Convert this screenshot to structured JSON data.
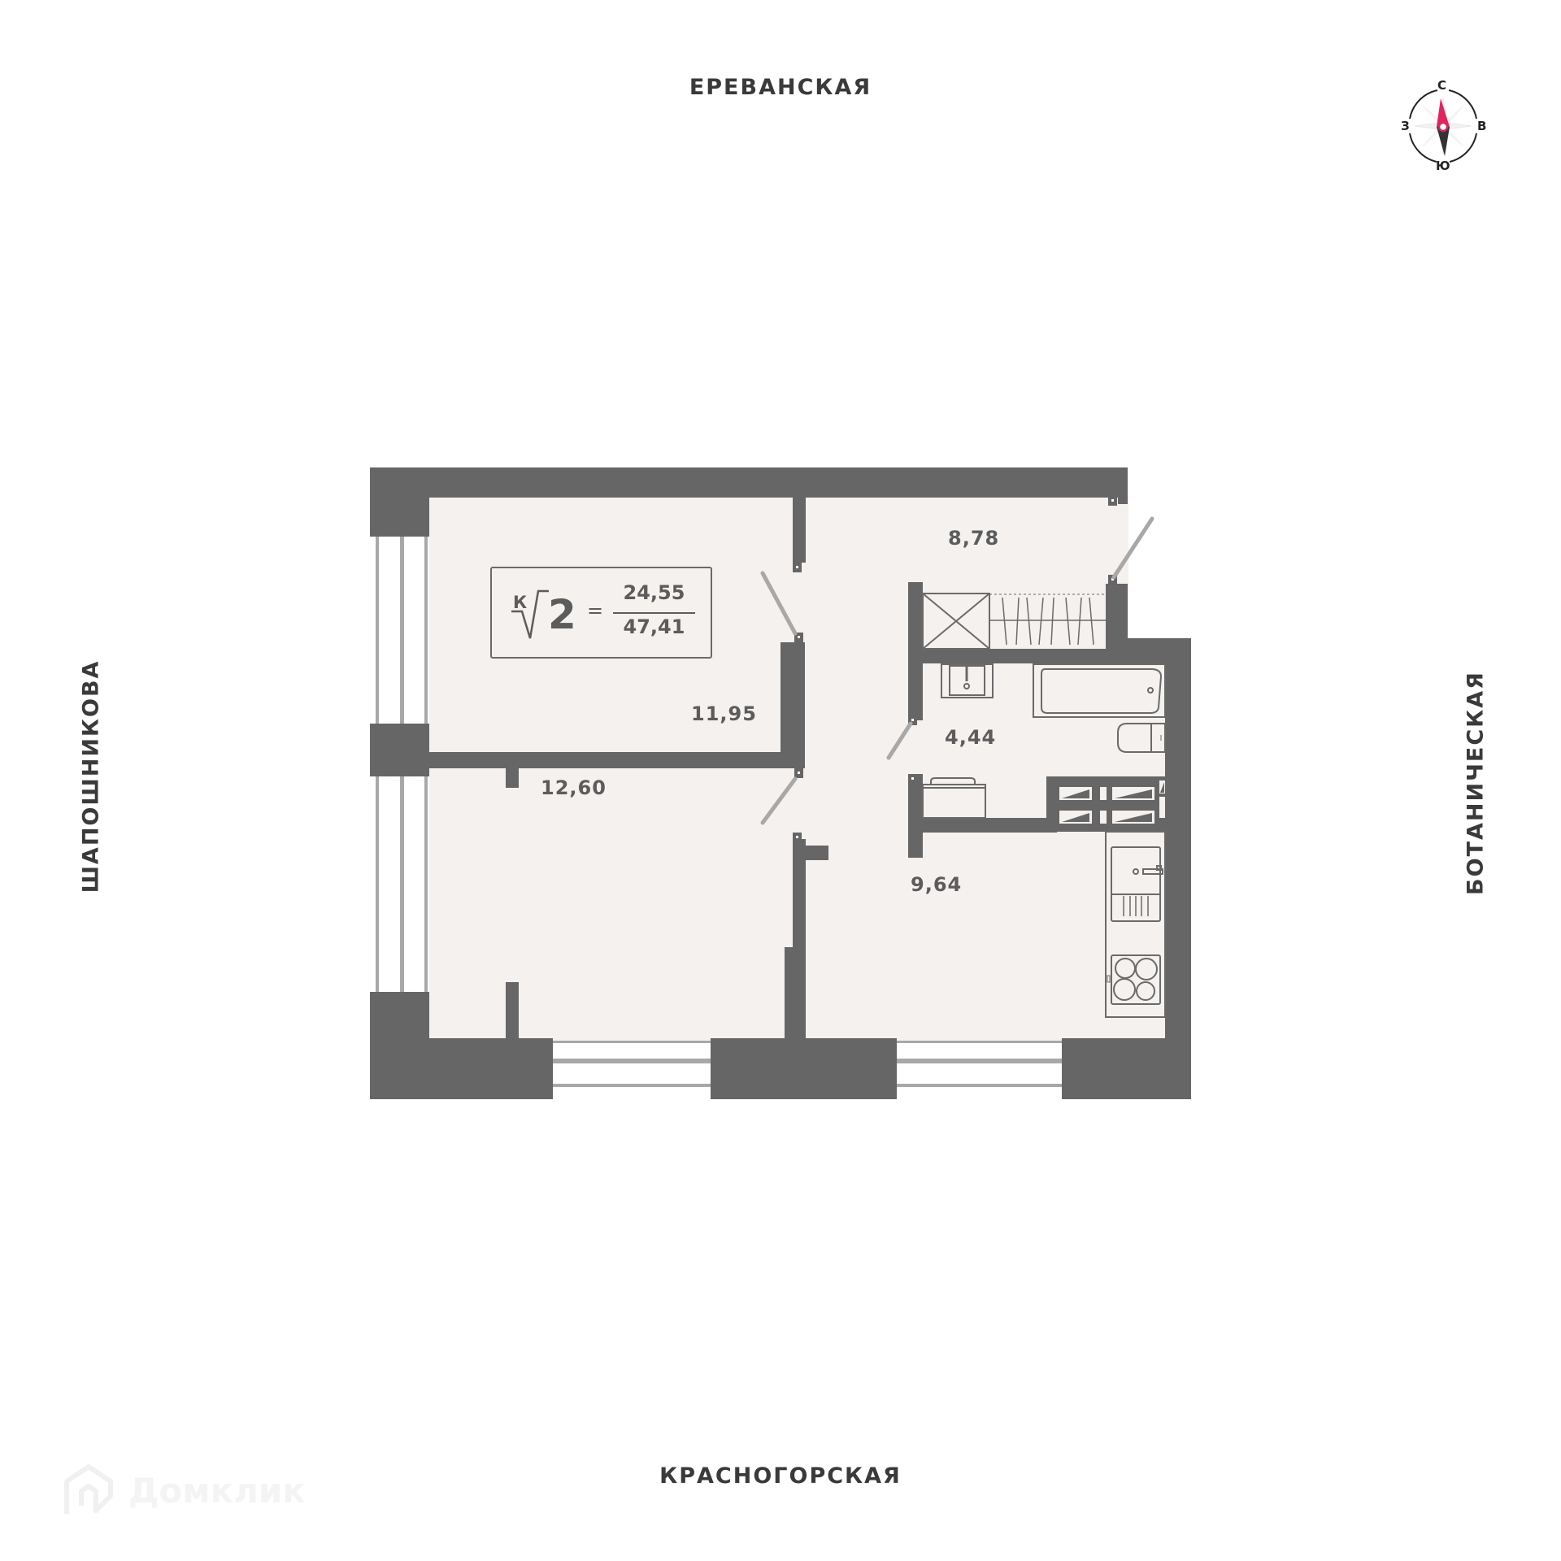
{
  "streets": {
    "top": "ЕРЕВАНСКАЯ",
    "bottom": "КРАСНОГОРСКАЯ",
    "left": "ШАПОШНИКОВА",
    "right": "БОТАНИЧЕСКАЯ"
  },
  "compass": {
    "north": "С",
    "south": "Ю",
    "west": "З",
    "east": "В",
    "needle_north_color": "#e0245e",
    "needle_south_color": "#333333"
  },
  "formula": {
    "index": "К",
    "rooms": "2",
    "equals": "=",
    "living_area": "24,55",
    "total_area": "47,41"
  },
  "rooms": [
    {
      "name": "bedroom",
      "area": "11,95"
    },
    {
      "name": "living-room",
      "area": "12,60"
    },
    {
      "name": "hallway",
      "area": "8,78"
    },
    {
      "name": "bathroom",
      "area": "4,44"
    },
    {
      "name": "kitchen",
      "area": "9,64"
    }
  ],
  "watermark": {
    "icon": "house-logo-icon",
    "text": "Домклик"
  },
  "colors": {
    "wall": "#666666",
    "floor": "#f4f1ee",
    "fixture_line": "#6a6a6a",
    "door_swing": "#a8a8a8",
    "window_frame": "#a8a8a8"
  }
}
